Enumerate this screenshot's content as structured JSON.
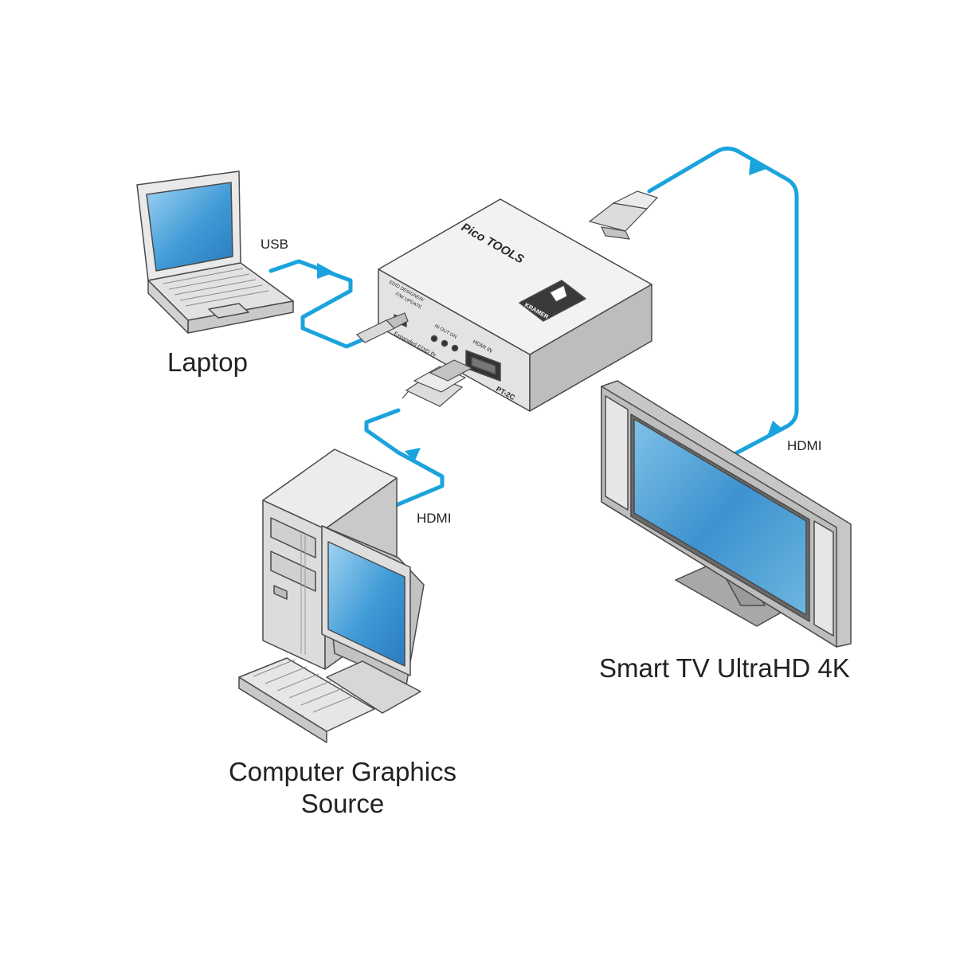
{
  "device": {
    "brand_line": "Pico TOOLS",
    "logo_text": "KRAMER",
    "model": "PT-2C",
    "port_label_edid_1": "EDID DESIGNER/",
    "port_label_edid_2": "F/W UPDATE",
    "port_label_expanded": "Expanded EDID Pr",
    "switch_labels": "IN OUT ON",
    "port_label_hdmi_in": "HDMI IN"
  },
  "labels": {
    "laptop": "Laptop",
    "usb": "USB",
    "hdmi_out": "HDMI",
    "hdmi_in": "HDMI",
    "tv": "Smart TV UltraHD 4K",
    "pc_line1": "Computer Graphics",
    "pc_line2": "Source"
  },
  "colors": {
    "cable": "#1aa3dc",
    "screen": "#3f9ad6",
    "device_body": "#efefef",
    "outline": "#4a4a4a"
  }
}
